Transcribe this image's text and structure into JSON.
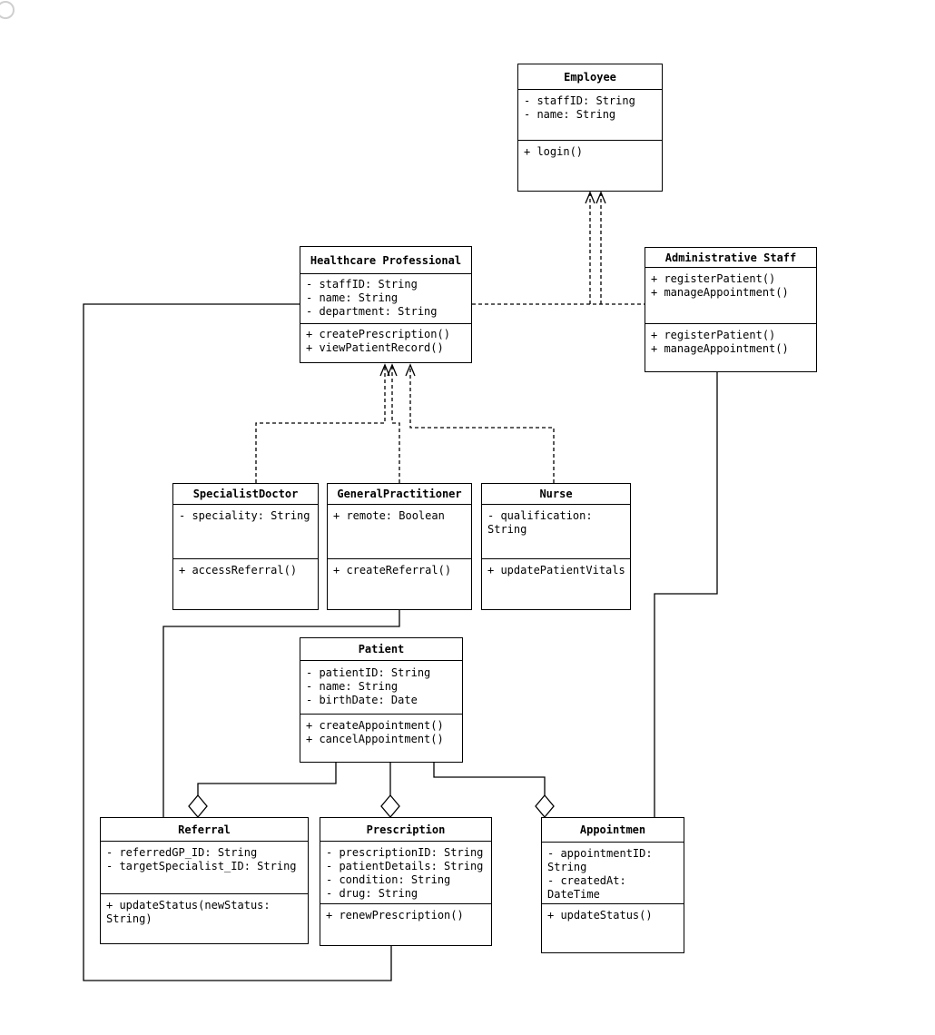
{
  "colors": {
    "line": "#000000",
    "background": "#ffffff",
    "artifact_circle": "#cfcfcf"
  },
  "artifacts": {
    "top_left_circle": "circle-outline-icon"
  },
  "classes": {
    "employee": {
      "name": "Employee",
      "attributes": [
        "- staffID: String",
        "- name: String"
      ],
      "methods": [
        "+ login()"
      ]
    },
    "healthcare_professional": {
      "name": "Healthcare Professional",
      "attributes": [
        "- staffID: String",
        "- name: String",
        "- department: String"
      ],
      "methods": [
        "+ createPrescription()",
        "+ viewPatientRecord()"
      ]
    },
    "administrative_staff": {
      "name": "Administrative Staff",
      "attributes": [
        "+ registerPatient()",
        "+ manageAppointment()"
      ],
      "methods": [
        "+ registerPatient()",
        "+ manageAppointment()"
      ]
    },
    "specialist_doctor": {
      "name": "SpecialistDoctor",
      "attributes": [
        "- speciality: String"
      ],
      "methods": [
        "+ accessReferral()"
      ]
    },
    "general_practitioner": {
      "name": "GeneralPractitioner",
      "attributes": [
        "+ remote: Boolean"
      ],
      "methods": [
        "+ createReferral()"
      ]
    },
    "nurse": {
      "name": "Nurse",
      "attributes": [
        "- qualification: String"
      ],
      "methods": [
        "+ updatePatientVitals"
      ]
    },
    "patient": {
      "name": "Patient",
      "attributes": [
        "- patientID: String",
        "- name: String",
        "- birthDate: Date"
      ],
      "methods": [
        "+ createAppointment()",
        "+ cancelAppointment()"
      ]
    },
    "referral": {
      "name": "Referral",
      "attributes": [
        "- referredGP_ID: String",
        "- targetSpecialist_ID: String"
      ],
      "methods": [
        "+ updateStatus(newStatus: String)"
      ]
    },
    "prescription": {
      "name": "Prescription",
      "attributes": [
        "- prescriptionID: String",
        "- patientDetails: String",
        "- condition: String",
        "- drug: String"
      ],
      "methods": [
        "+ renewPrescription()"
      ]
    },
    "appointment": {
      "name": "Appointmen",
      "attributes": [
        "- appointmentID: String",
        "- createdAt: DateTime"
      ],
      "methods": [
        "+ updateStatus()"
      ]
    }
  },
  "relationships": [
    {
      "from": "Healthcare Professional",
      "to": "Employee",
      "type": "dashed-inheritance"
    },
    {
      "from": "Administrative Staff",
      "to": "Employee",
      "type": "dashed-inheritance"
    },
    {
      "from": "SpecialistDoctor",
      "to": "Healthcare Professional",
      "type": "dashed-inheritance"
    },
    {
      "from": "GeneralPractitioner",
      "to": "Healthcare Professional",
      "type": "dashed-inheritance"
    },
    {
      "from": "Nurse",
      "to": "Healthcare Professional",
      "type": "dashed-inheritance"
    },
    {
      "from": "Patient",
      "to": "Referral",
      "type": "aggregation"
    },
    {
      "from": "Patient",
      "to": "Prescription",
      "type": "aggregation"
    },
    {
      "from": "Patient",
      "to": "Appointmen",
      "type": "aggregation"
    },
    {
      "from": "Healthcare Professional",
      "to": "Prescription",
      "type": "association"
    },
    {
      "from": "GeneralPractitioner",
      "to": "Referral",
      "type": "association"
    },
    {
      "from": "Administrative Staff",
      "to": "Appointmen",
      "type": "association"
    }
  ]
}
